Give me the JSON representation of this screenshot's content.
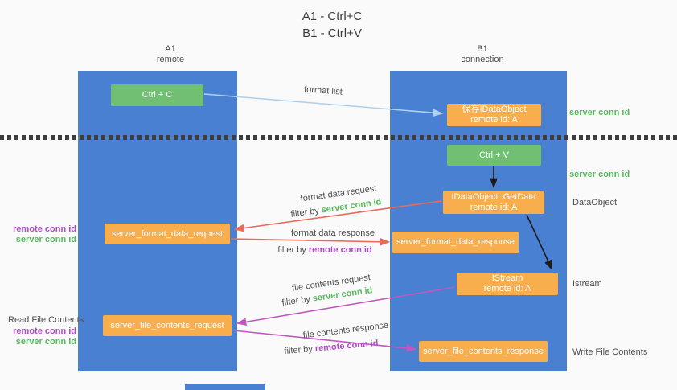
{
  "title": {
    "line1": "A1 - Ctrl+C",
    "line2": "B1 - Ctrl+V"
  },
  "lanes": {
    "left": {
      "name": "A1",
      "role": "remote"
    },
    "right": {
      "name": "B1",
      "role": "connection"
    }
  },
  "nodes": {
    "ctrl_c": "Ctrl + C",
    "ctrl_v": "Ctrl + V",
    "save_idataobject": {
      "line1": "保存IDataObject",
      "line2": "remote id: A"
    },
    "getdata": {
      "line1": "IDataObject::GetData",
      "line2": "remote id: A"
    },
    "istream": {
      "line1": "IStream",
      "line2": "remote id: A"
    },
    "server_format_data_request": "server_format_data_request",
    "server_format_data_response": "server_format_data_response",
    "server_file_contents_request": "server_file_contents_request",
    "server_file_contents_response": "server_file_contents_response"
  },
  "edge_labels": {
    "format_list": "format list",
    "format_data_request": "format data request",
    "format_data_response": "format data response",
    "file_contents_request": "file contents request",
    "file_contents_response": "file contents response",
    "filter_by": "filter by ",
    "server_conn_id": "server conn id",
    "remote_conn_id": "remote conn id"
  },
  "annotations": {
    "server_conn_id_top": "server conn id",
    "server_conn_id_mid": "server conn id",
    "dataobject": "DataObject",
    "istream": "Istream",
    "read_file_contents": "Read File Contents",
    "write_file_contents": "Write File Contents",
    "remote_conn_id": "remote conn id",
    "server_conn_id": "server conn id"
  },
  "colors": {
    "lane_blue": "#4a80d2",
    "node_green": "#70bf73",
    "node_orange": "#f8ae4c",
    "accent_green_text": "#58b95e",
    "accent_purple_text": "#ae4ec4",
    "arrow_red": "#e96a5a",
    "arrow_magenta": "#c257c2",
    "arrow_light_blue": "#aed2ee",
    "arrow_black": "#1c1c1c"
  }
}
